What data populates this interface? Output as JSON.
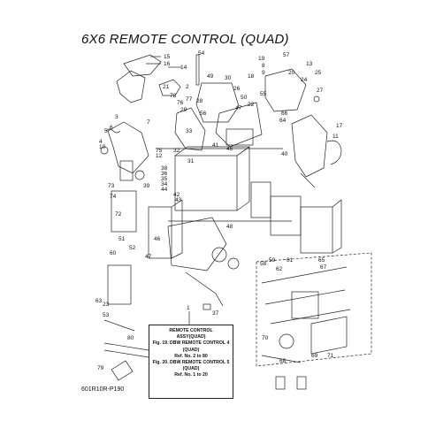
{
  "title": "6X6 REMOTE CONTROL (QUAD)",
  "footer_code": "601R10R-P190",
  "note": {
    "line1": "REMOTE CONTROL",
    "line2": "ASSY(QUAD)",
    "line3": "Fig. 19. DBW REMOTE CONTROL 4",
    "line4": "(QUAD)",
    "line5": "Ref. No. 2 to 80",
    "line6": "Fig. 20. DBW REMOTE CONTROL 5",
    "line7": "(QUAD)",
    "line8": "Ref. No. 1 to 20"
  },
  "note_ref": "1",
  "callouts": {
    "c15": "15",
    "c16": "16",
    "c14": "14",
    "c21": "21",
    "c2": "2",
    "c54": "54",
    "c49": "49",
    "c30": "30",
    "c19": "19",
    "c57": "57",
    "c13": "13",
    "c25": "25",
    "c8": "8",
    "c9": "9",
    "c20": "20",
    "c24": "24",
    "c27": "27",
    "c18": "18",
    "c26": "26",
    "c50": "50",
    "c22": "22",
    "c56": "56",
    "c77": "77",
    "c28": "28",
    "c47": "47",
    "c76": "76",
    "c78": "78",
    "c29": "29",
    "c55": "55",
    "c33": "33",
    "c45": "45",
    "c41": "41",
    "c64": "64",
    "c66": "66",
    "c3": "3",
    "c5": "5",
    "c6": "6",
    "c4": "4",
    "c7": "7",
    "c10": "10",
    "c17": "17",
    "c11": "11",
    "c12": "12",
    "c75": "75",
    "c31": "31",
    "c32": "32",
    "c73": "73",
    "c39": "39",
    "c74": "74",
    "c42": "42",
    "c43": "43",
    "c38": "38",
    "c36": "36",
    "c35": "35",
    "c34": "34",
    "c44": "44",
    "c46": "46",
    "c72": "72",
    "c51": "51",
    "c52": "52",
    "c53": "53",
    "c60": "60",
    "c63": "63",
    "c23": "23",
    "c59": "59",
    "c58": "58",
    "c61": "61",
    "c62": "62",
    "c65": "65",
    "c67": "67",
    "c68": "68",
    "c69": "69",
    "c70": "70",
    "c71": "71",
    "c79": "79",
    "c80": "80",
    "c37": "37",
    "c40": "40",
    "c48": "48"
  }
}
